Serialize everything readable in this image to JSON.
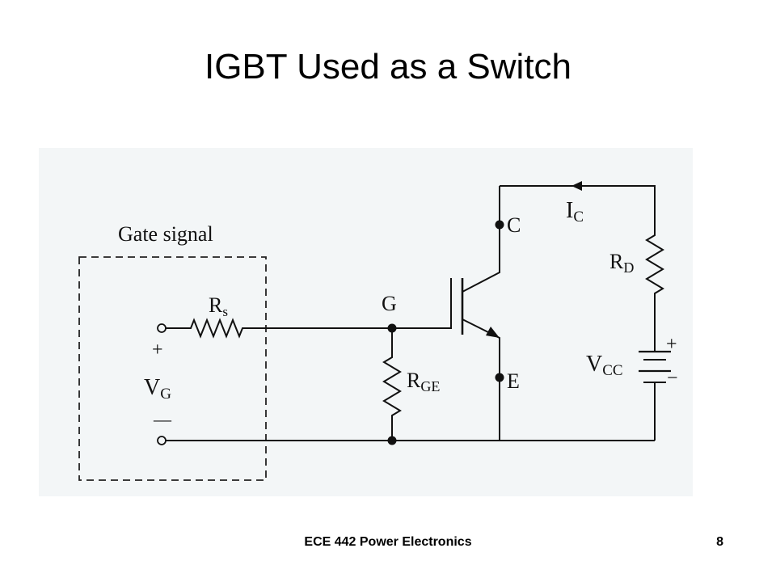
{
  "title": "IGBT Used as a Switch",
  "figure": {
    "background_color": "#f3f6f7",
    "gate_box_label": "Gate signal",
    "labels": {
      "rs_main": "R",
      "rs_sub": "s",
      "plus_gate": "+",
      "vg_main": "V",
      "vg_sub": "G",
      "minus_gate": "—",
      "g": "G",
      "rge_main": "R",
      "rge_sub": "GE",
      "c": "C",
      "e": "E",
      "ic_main": "I",
      "ic_sub": "C",
      "rd_main": "R",
      "rd_sub": "D",
      "vcc_main": "V",
      "vcc_sub": "CC",
      "plus_vcc": "+",
      "minus_vcc": "−"
    }
  },
  "footer": {
    "course": "ECE 442 Power Electronics",
    "page_number": "8"
  }
}
